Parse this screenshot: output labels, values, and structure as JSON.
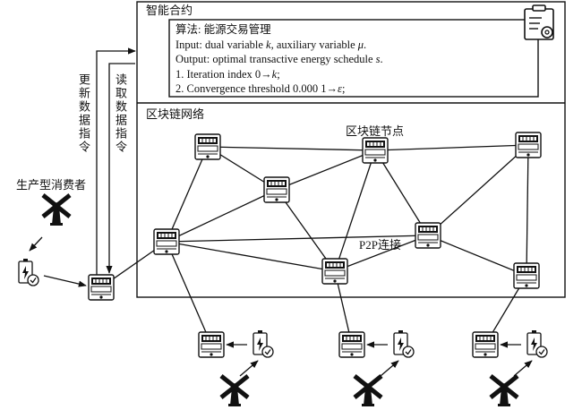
{
  "smart_contract": {
    "title": "智能合约",
    "algorithm": {
      "title": "算法: 能源交易管理",
      "input_prefix": "Input: dual variable ",
      "input_k": "k",
      "input_mid": ", auxiliary variable ",
      "input_mu": "μ",
      "input_end": ".",
      "output_prefix": "Output: optimal transactive energy schedule ",
      "output_s": "s",
      "output_end": ".",
      "step1_prefix": "1. Iteration index 0→",
      "step1_k": "k",
      "step1_end": ";",
      "step2_prefix": "2. Convergence threshold 0.000 1→",
      "step2_eps": "ε",
      "step2_end": ";"
    },
    "icon": "clipboard-gear-icon"
  },
  "blockchain": {
    "title": "区块链网络",
    "node_label": "区块链节点",
    "p2p_label": "P2P连接"
  },
  "arrows": {
    "update_data": "更新数据指令",
    "read_data": "读取数据指令"
  },
  "prosumer": {
    "label": "生产型消费者",
    "icons": [
      "windmill-icon",
      "battery-icon",
      "smart-meter-icon"
    ]
  }
}
